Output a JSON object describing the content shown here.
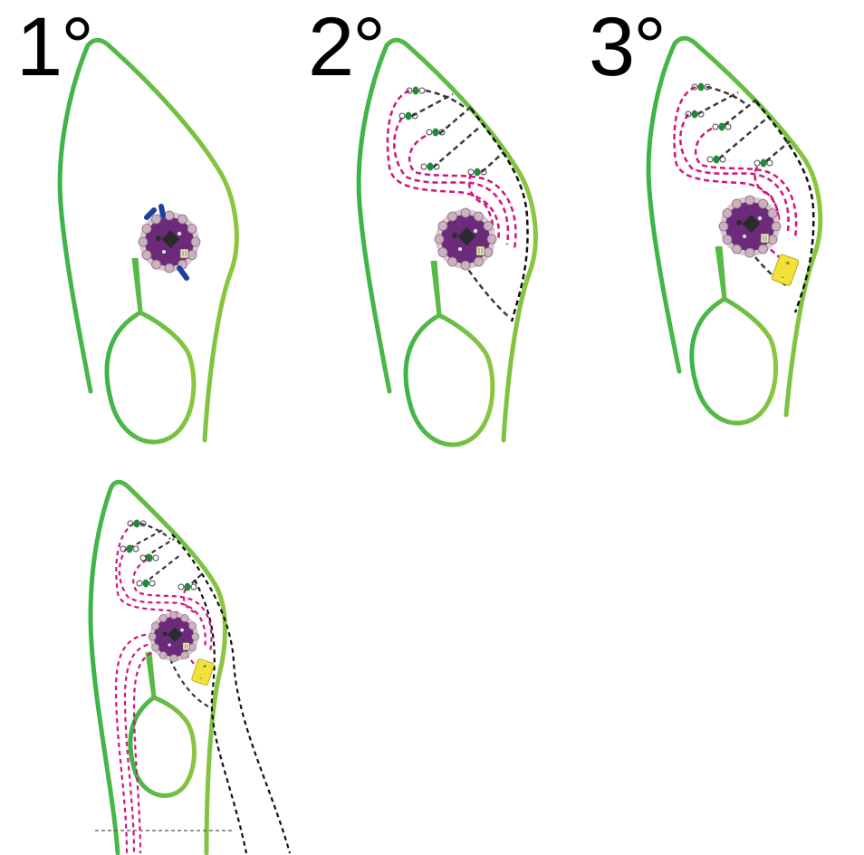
{
  "steps": [
    {
      "label": "1°"
    },
    {
      "label": "2°"
    },
    {
      "label": "3°"
    },
    {
      "label": ""
    }
  ],
  "colors": {
    "outline_dark": "#3db34a",
    "outline_light": "#8cc63f",
    "positive_thread": "#d4147a",
    "negative_thread": "#3a3a3a",
    "negative_thread_dark": "#111111",
    "board": "#6b2a7a",
    "board_pad": "#b89aa8",
    "led_green": "#1e8a3a",
    "battery": "#f1e23a",
    "clip_blue": "#1f3f9f",
    "fold_line": "#555555"
  },
  "icons": [
    "lilypad-board-icon",
    "led-icon",
    "battery-holder-icon"
  ]
}
